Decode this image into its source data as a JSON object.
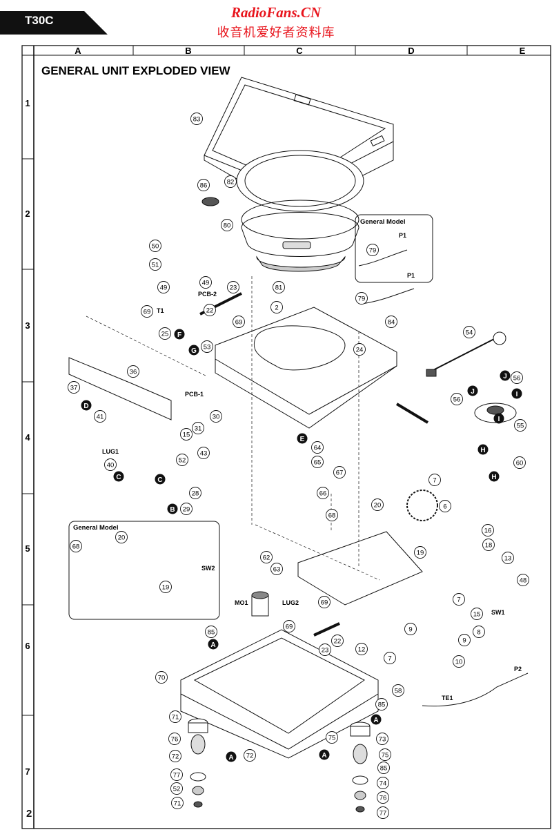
{
  "header": {
    "model": "T30C",
    "site_name": "RadioFans.CN",
    "site_sub": "收音机爱好者资料库"
  },
  "page_number": "2",
  "grid": {
    "columns": [
      "A",
      "B",
      "C",
      "D",
      "E"
    ],
    "rows": [
      "1",
      "2",
      "3",
      "4",
      "5",
      "6",
      "7"
    ]
  },
  "diagram": {
    "title": "GENERAL UNIT EXPLODED VIEW",
    "inset_top_title": "General Model",
    "inset_left_title": "General Model",
    "text_labels": {
      "pcb2": "PCB-2",
      "pcb1": "PCB-1",
      "t1": "T1",
      "lug1": "LUG1",
      "lug2": "LUG2",
      "mo1": "MO1",
      "sw2": "SW2",
      "sw1": "SW1",
      "te1": "TE1",
      "p1a": "P1",
      "p1b": "P1",
      "p2": "P2"
    },
    "callouts": [
      "83",
      "82",
      "86",
      "80",
      "81",
      "50",
      "51",
      "49",
      "49",
      "23",
      "69",
      "25",
      "22",
      "53",
      "2",
      "69",
      "79",
      "79",
      "84",
      "54",
      "24",
      "56",
      "56",
      "55",
      "37",
      "36",
      "41",
      "30",
      "31",
      "15",
      "40",
      "52",
      "43",
      "28",
      "29",
      "64",
      "65",
      "67",
      "66",
      "68",
      "20",
      "7",
      "6",
      "60",
      "16",
      "18",
      "13",
      "48",
      "19",
      "62",
      "63",
      "69",
      "69",
      "23",
      "22",
      "12",
      "7",
      "9",
      "9",
      "8",
      "10",
      "7",
      "15",
      "85",
      "70",
      "85",
      "71",
      "73",
      "76",
      "72",
      "75",
      "77",
      "52",
      "85",
      "71",
      "74",
      "76",
      "72",
      "75",
      "77",
      "58",
      "68",
      "20",
      "19"
    ],
    "markers": [
      "F",
      "G",
      "D",
      "C",
      "C",
      "B",
      "E",
      "J",
      "J",
      "I",
      "I",
      "H",
      "H",
      "A",
      "A",
      "A",
      "A"
    ]
  }
}
